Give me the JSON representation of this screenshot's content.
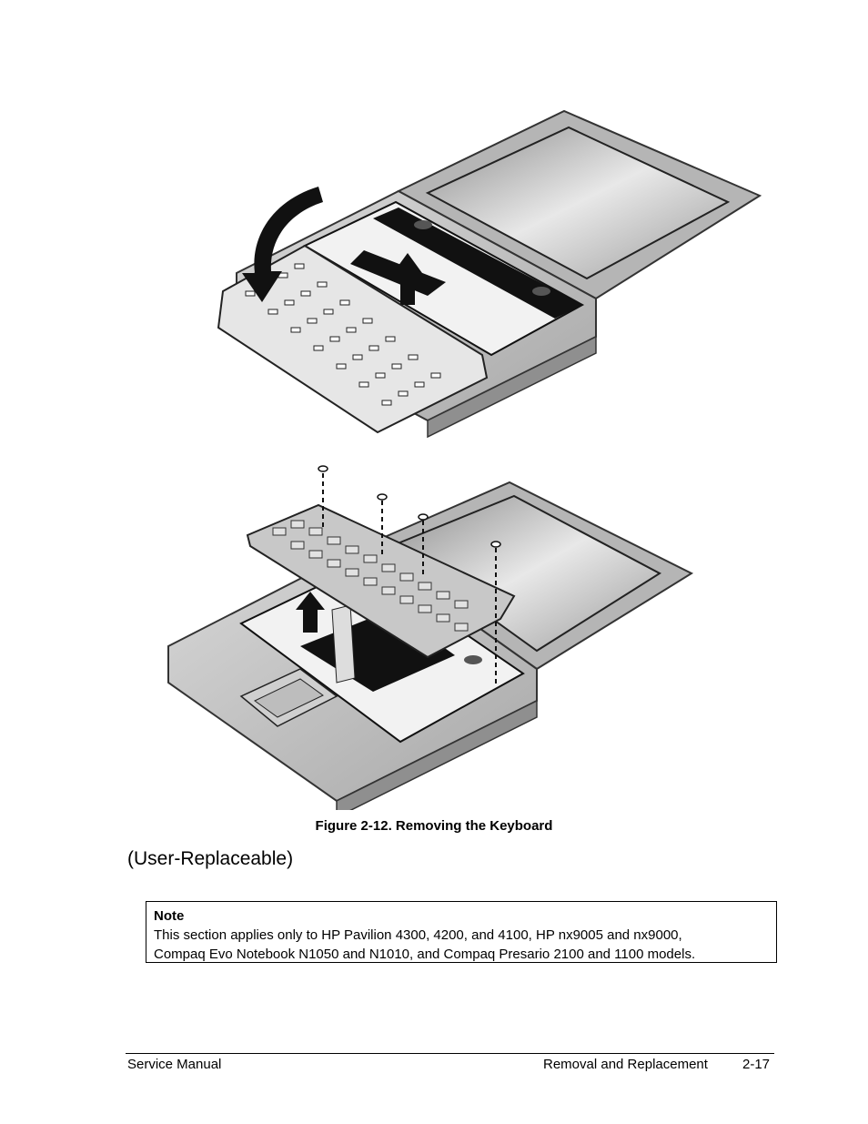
{
  "figure": {
    "caption": "Figure 2-12. Removing the Keyboard"
  },
  "section": {
    "heading": "(User-Replaceable)"
  },
  "note": {
    "title": "Note",
    "line1": "This section applies only to HP Pavilion 4300, 4200, and 4100, HP nx9005 and nx9000,",
    "line2": "Compaq Evo Notebook N1050 and N1010, and Compaq Presario 2100 and 1100 models."
  },
  "footer": {
    "left": "Service Manual",
    "right": "Removal and Replacement",
    "page": "2-17"
  }
}
